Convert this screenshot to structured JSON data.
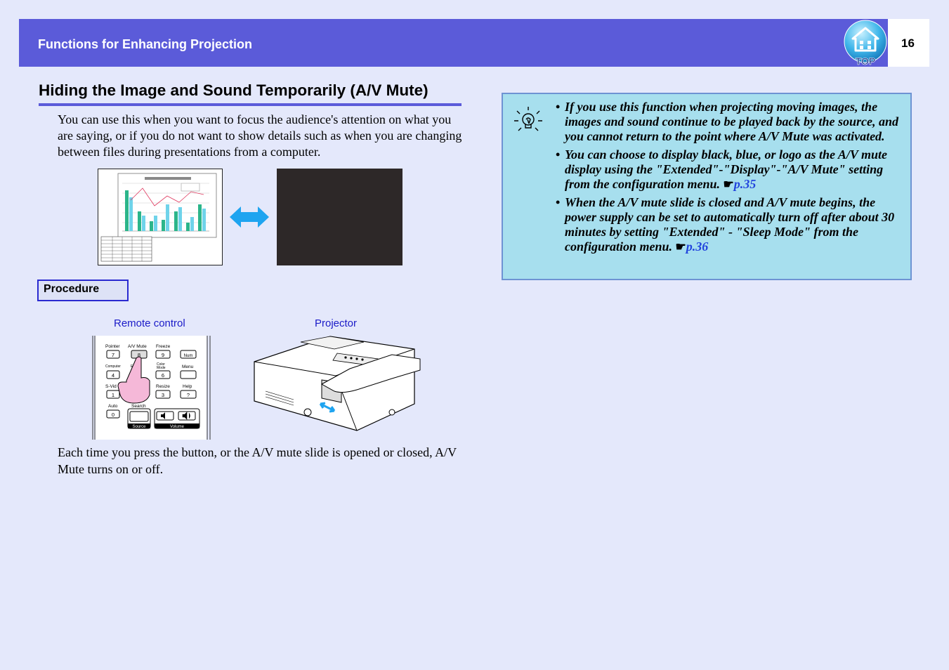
{
  "header": {
    "title": "Functions for Enhancing Projection",
    "page_number": "16",
    "top_button_label": "TOP"
  },
  "section": {
    "title": "Hiding the Image and Sound Temporarily (A/V Mute)",
    "intro": "You can use this when you want to focus the audience's attention on what you are saying, or if you do not want to show details such as when you are changing between files during presentations from a computer."
  },
  "procedure_label": "Procedure",
  "captions": {
    "remote": "Remote control",
    "projector": "Projector"
  },
  "remote_keys": {
    "pointer": "Pointer",
    "pointer_num": "7",
    "avmute": "A/V Mute",
    "avmute_num": "8",
    "freeze": "Freeze",
    "freeze_num": "9",
    "num": "Num",
    "computer": "Computer",
    "ea": "E-Z",
    "colormode_1": "Color",
    "colormode_2": "Mode",
    "colormode_num": "6",
    "menu": "Menu",
    "computer_num": "4",
    "svideo": "S-Vid",
    "svideo_num": "1",
    "resize": "Resize",
    "resize_num": "3",
    "help": "Help",
    "help_sym": "?",
    "auto": "Auto",
    "auto_num": "0",
    "search": "Search",
    "source": "Source",
    "volume": "Volume"
  },
  "after_text": "Each time you press the button, or the A/V mute slide is opened or closed, A/V Mute turns on or off.",
  "notes": [
    {
      "text": "If you use this function when projecting moving images, the images and sound continue to be played back by the source, and you cannot return to the point where A/V Mute was activated."
    },
    {
      "text": "You can choose to display black, blue, or logo as the A/V mute display using the \"Extended\"-\"Display\"-\"A/V Mute\" setting from the configuration menu.",
      "ref_hand": "☛",
      "ref": "p.35"
    },
    {
      "text": "When the A/V mute slide is closed and A/V mute begins, the power supply can be set to automatically turn off after about 30 minutes by setting \"Extended\" - \"Sleep Mode\" from the configuration menu.",
      "ref_hand": "☛",
      "ref": "p.36"
    }
  ],
  "icons": {
    "top": "home-top-icon",
    "bulb": "lightbulb-tip-icon",
    "arrow": "double-arrow-icon",
    "ref": "pointing-hand-icon"
  },
  "colors": {
    "header": "#5b5bd9",
    "notebox": "#a7dfee",
    "link": "#2244dd",
    "caption": "#1a1ac8",
    "arrow": "#1ea4f0"
  }
}
